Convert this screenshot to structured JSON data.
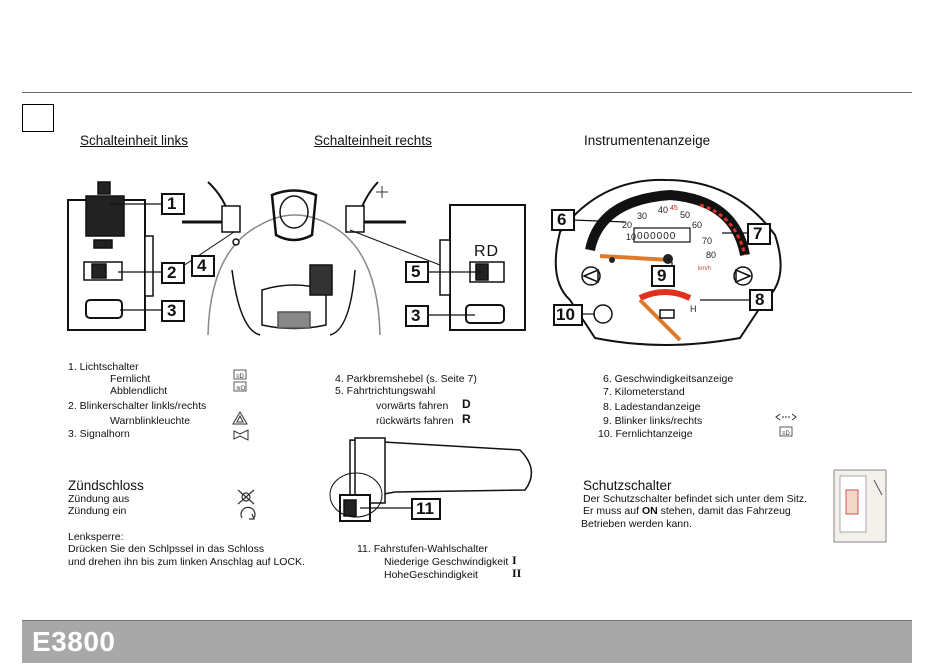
{
  "headings": {
    "left": "Schalteinheit links",
    "right": "Schalteinheit rechts",
    "instruments": "Instrumentenanzeige"
  },
  "callouts": [
    "1",
    "2",
    "3",
    "4",
    "5",
    "3",
    "6",
    "7",
    "8",
    "9",
    "10",
    "11"
  ],
  "gauge": {
    "speed_ticks": [
      "10",
      "20",
      "30",
      "40",
      "45",
      "50",
      "60",
      "70",
      "80"
    ],
    "odometer": "000000",
    "unit": "km/h",
    "fuel_high": "H",
    "rd_label": "RD"
  },
  "list_left": {
    "item1": "1.  Lichtschalter",
    "item1a": "Fernlicht",
    "item1b": "Abblendlicht",
    "item2": "2. Blinkerschalter linkls/rechts",
    "item2a": "Warnblinkleuchte",
    "item3": "3. Signalhorn"
  },
  "list_mid": {
    "item4": "4. Parkbremshebel (s. Seite 7)",
    "item5": "5. Fahrtrichtungswahl",
    "item5a": "vorwärts fahren",
    "item5a_code": "D",
    "item5b": "rückwärts fahren",
    "item5b_code": "R"
  },
  "list_right": {
    "item6": "6. Geschwindigkeitsanzeige",
    "item7": "7. Kilometerstand",
    "item8": "8. Ladestandanzeige",
    "item9": "9. Blinker links/rechts",
    "item10": "10. Fernlichtanzeige"
  },
  "ignition": {
    "title": "Zündschloss",
    "off": "Zündung aus",
    "on": "Zündung ein",
    "lock_title": "Lenksperre:",
    "lock_line1": "Drücken Sie den Schlpssel in das Schloss",
    "lock_line2": "und drehen ihn bis zum linken Anschlag auf LOCK."
  },
  "gear": {
    "title": "11. Fahrstufen-Wahlschalter",
    "low": "Niederige Geschwindigkeit",
    "low_code": "I",
    "high": "HoheGeschindigkeit",
    "high_code": "II"
  },
  "fuse": {
    "title": "Schutzschalter",
    "line1": "Der Schutzschalter befindet sich unter dem Sitz.",
    "line2_pre": "Er muss auf ",
    "line2_bold": "ON",
    "line2_post": " stehen, damit das Fahrzeug",
    "line3": "Betrieben werden kann."
  },
  "footer": {
    "model": "E3800"
  },
  "colors": {
    "footer_bg": "#a8a8a8",
    "needle": "#e07a2a",
    "redzone": "#e03020"
  },
  "icons": [
    "high-beam-icon",
    "low-beam-icon",
    "hazard-icon",
    "horn-icon",
    "key-off-icon",
    "key-on-icon",
    "turn-signal-icon",
    "high-beam-indicator-icon"
  ]
}
